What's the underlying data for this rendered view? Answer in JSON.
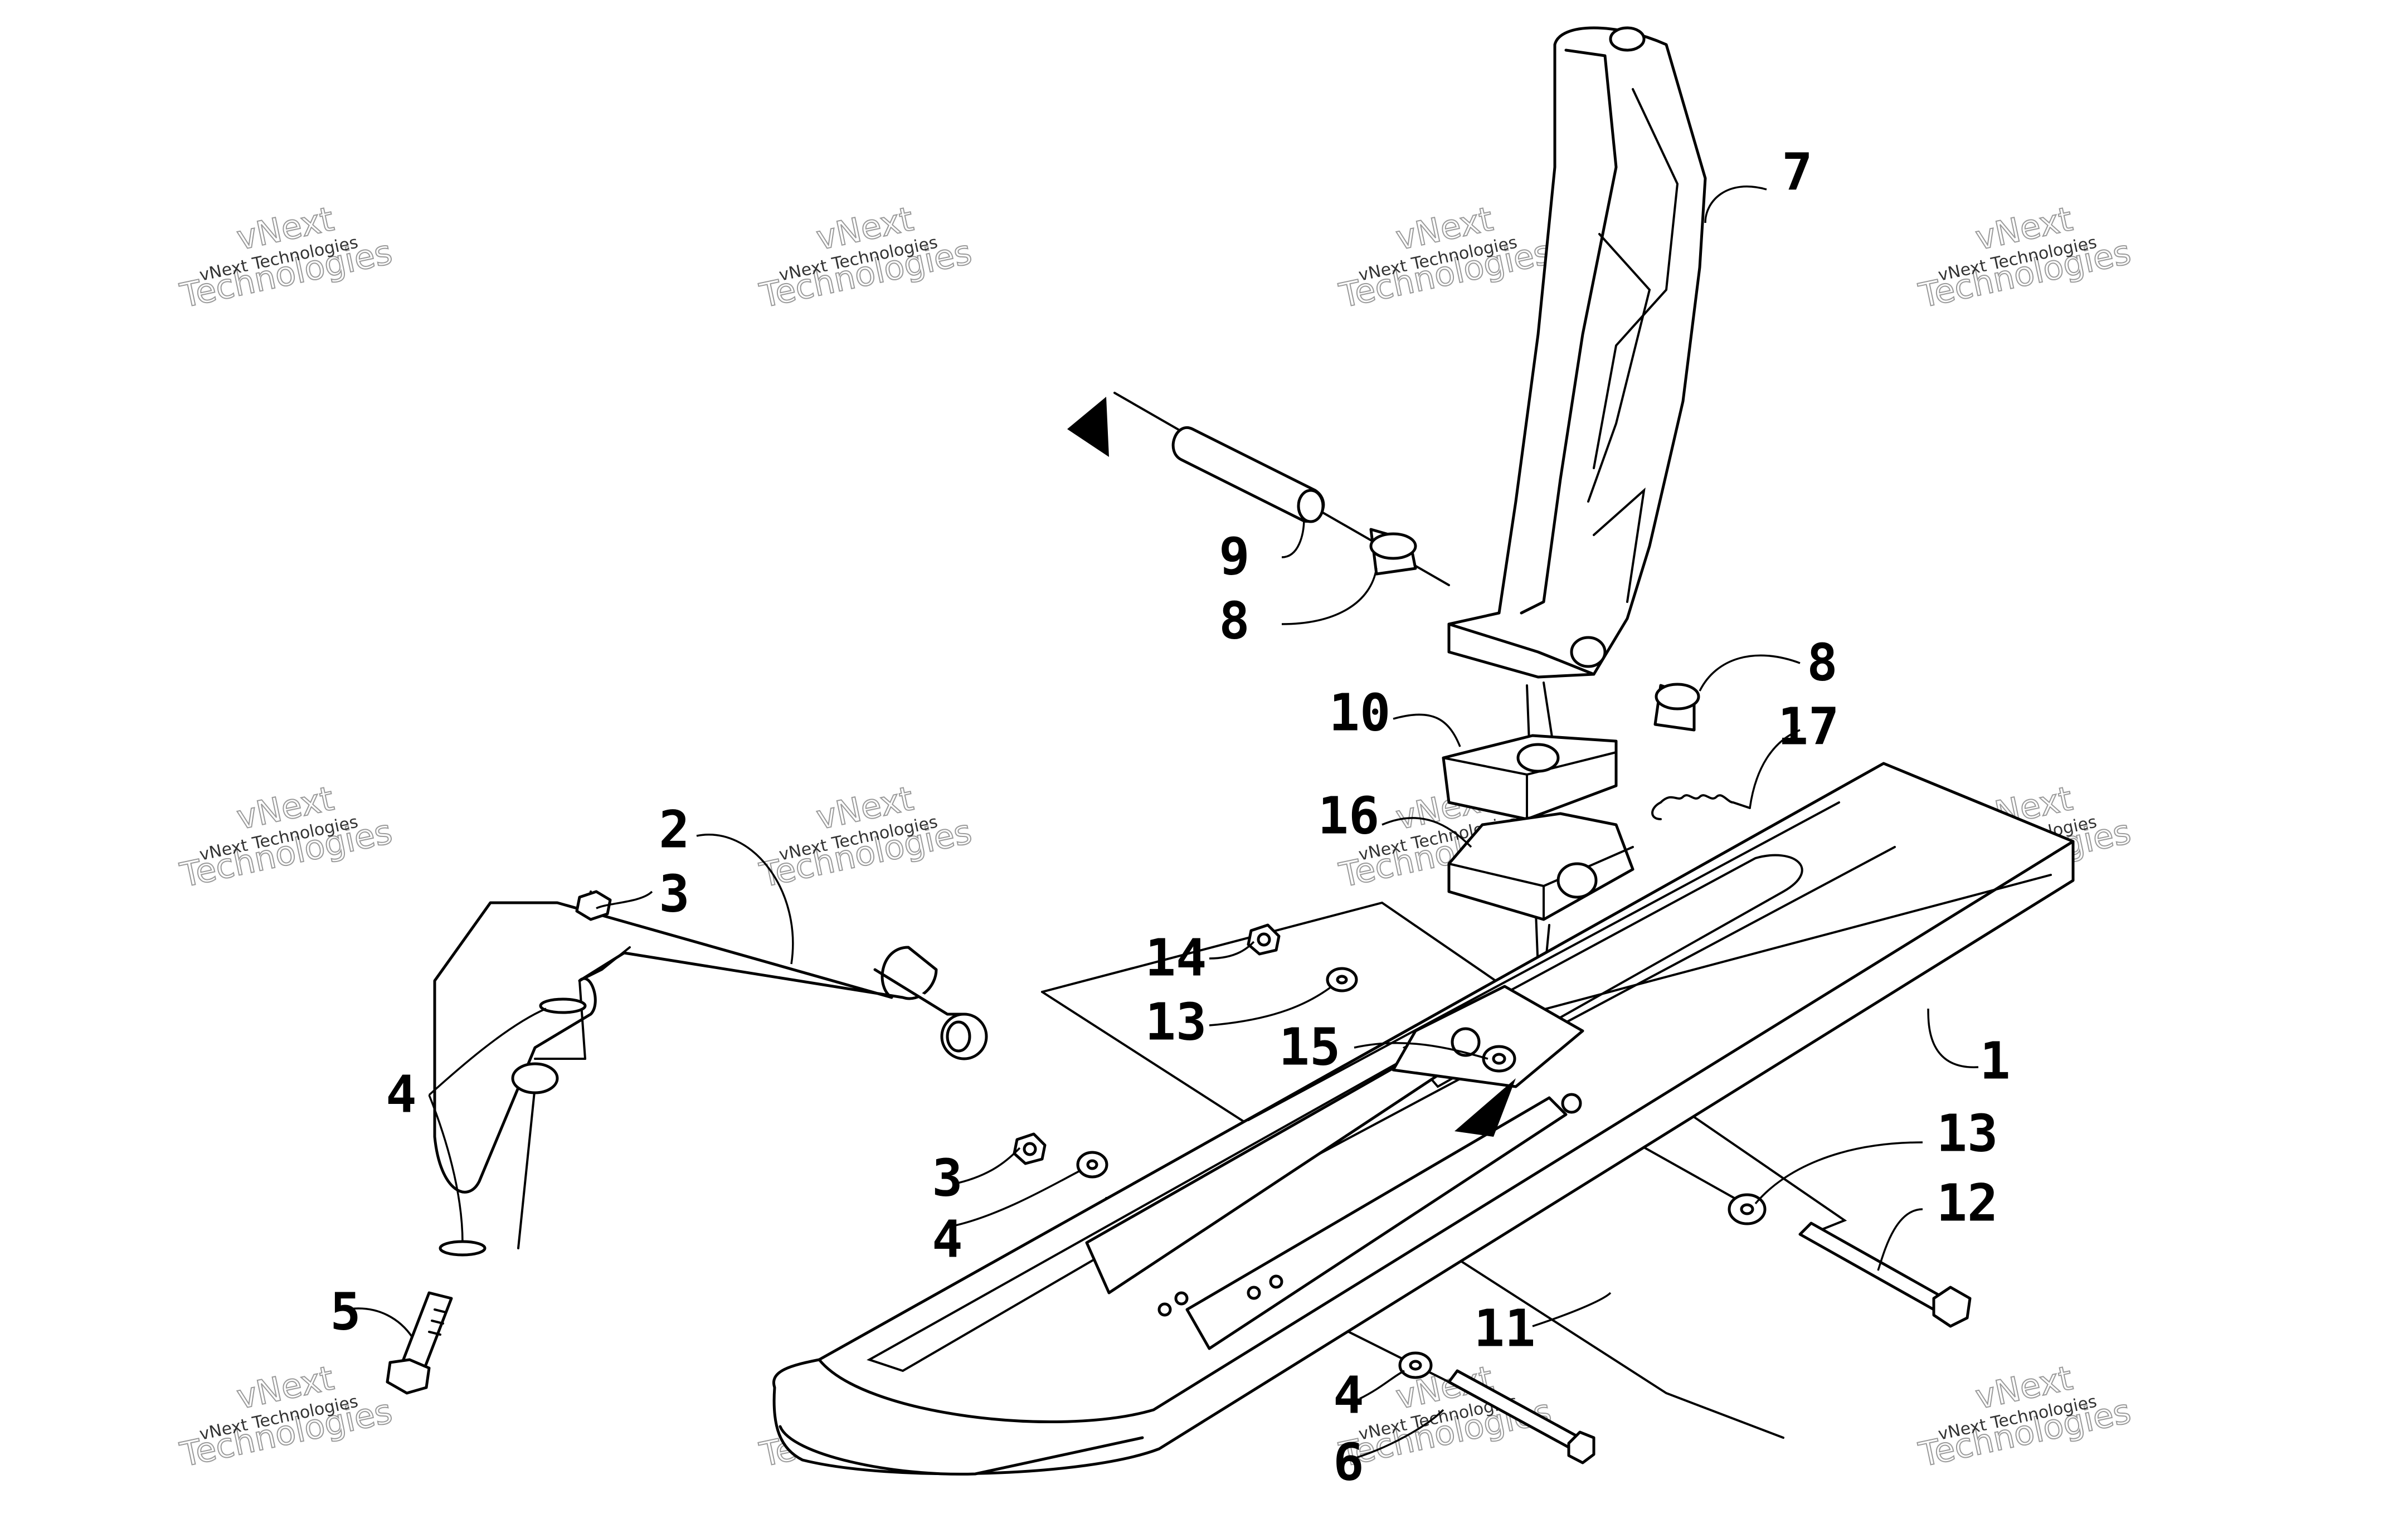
{
  "callouts": {
    "c1": "1",
    "c2": "2",
    "c3a": "3",
    "c3b": "3",
    "c4a": "4",
    "c4b": "4",
    "c4c": "4",
    "c5": "5",
    "c6": "6",
    "c7": "7",
    "c8a": "8",
    "c8b": "8",
    "c9": "9",
    "c10": "10",
    "c11": "11",
    "c12": "12",
    "c13a": "13",
    "c13b": "13",
    "c14": "14",
    "c15": "15",
    "c16": "16",
    "c17": "17"
  },
  "watermark": {
    "line1": "vNext Technologies",
    "line2": "vNext",
    "line3": "Technologies"
  }
}
